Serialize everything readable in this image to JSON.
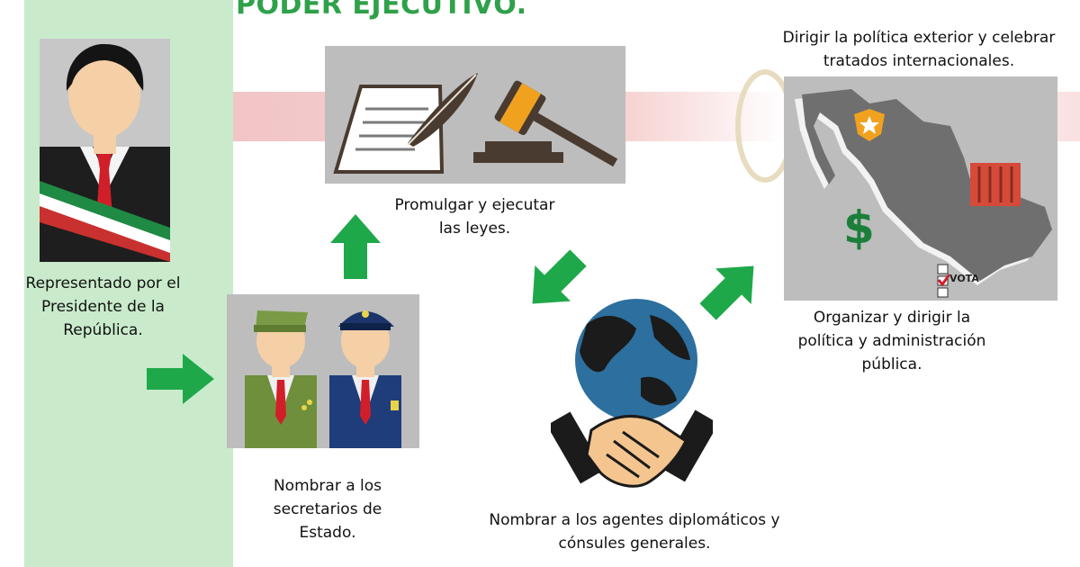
{
  "title": "PODER EJECUTIVO.",
  "captions": {
    "president": [
      "Representado por el",
      "Presidente de la",
      "República."
    ],
    "secretaries": [
      "Nombrar a los",
      "secretarios de",
      "Estado."
    ],
    "laws": [
      "Promulgar y ejecutar",
      "las leyes."
    ],
    "diplomats": [
      "Nombrar a los agentes diplomáticos y",
      "cónsules generales."
    ],
    "foreign_policy": [
      "Dirigir la política exterior y celebrar",
      "tratados internacionales."
    ],
    "administration": [
      "Organizar y dirigir la",
      "política y administración",
      "pública."
    ]
  },
  "map_labels": {
    "vote": "VOTA",
    "currency": "$"
  },
  "colors": {
    "accent_green": "#1fa84a",
    "title_green": "#2fa14a",
    "band_green": "#c9ebcb",
    "panel_gray": "#bdbdbd",
    "flag_red": "#c8312f"
  },
  "icons": [
    "president-icon",
    "secretaries-icon",
    "law-scroll-icon",
    "gavel-icon",
    "globe-handshake-icon",
    "mexico-map-icon",
    "arrow-icon"
  ]
}
